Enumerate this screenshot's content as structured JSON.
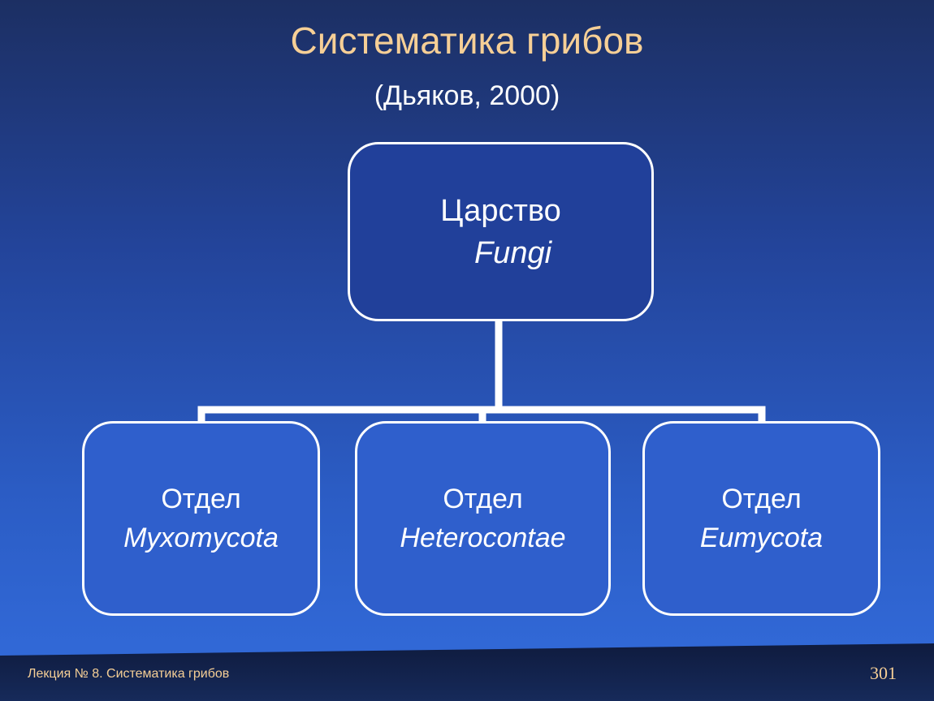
{
  "slide": {
    "title": "Систематика грибов",
    "subtitle": "(Дьяков, 2000)"
  },
  "diagram": {
    "type": "hierarchy",
    "root": {
      "line1": "Царство",
      "line2": "Fungi"
    },
    "children": [
      {
        "line1": "Отдел",
        "line2": "Myxomycota"
      },
      {
        "line1": "Отдел",
        "line2": "Heterocontae"
      },
      {
        "line1": "Отдел",
        "line2": "Eumycota"
      }
    ]
  },
  "footer": {
    "text": "Лекция № 8. Систематика грибов",
    "page_number": "301"
  },
  "colors": {
    "title": "#f6cf96",
    "text": "#ffffff",
    "box_border": "#ffffff",
    "background_top": "#1c2f63",
    "background_bottom": "#3068d6"
  }
}
